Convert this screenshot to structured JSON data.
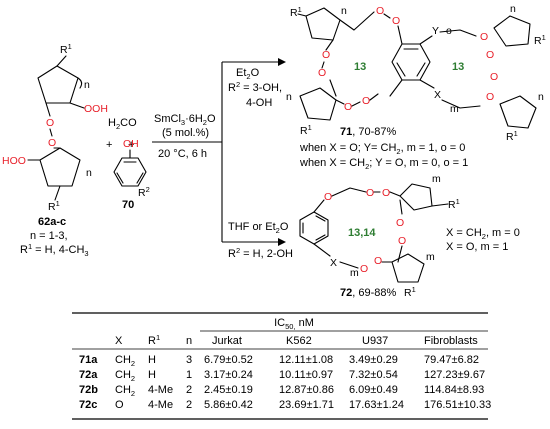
{
  "reactants": {
    "peroxide": {
      "compound_id": "62a-c",
      "substituent_label": "R",
      "substituent_sup": "1",
      "n_label": "n",
      "group_top": "OOH",
      "group_left": "HOO",
      "o1": "O",
      "o2": "O",
      "condition_n": "n = 1-3,",
      "condition_r1": "R",
      "condition_r1_sup": "1",
      "condition_r1_values": " = H, 4-CH",
      "condition_r1_sub": "3"
    },
    "plus1": "+",
    "formaldehyde": {
      "formula_pre": "H",
      "formula_sub": "2",
      "formula_post": "CO"
    },
    "plus2": "+",
    "phenol": {
      "compound_id": "70",
      "oh": "OH",
      "substituent": "R",
      "substituent_sup": "2"
    }
  },
  "conditions": {
    "catalyst_pre": "SmCl",
    "catalyst_sub1": "3",
    "catalyst_mid": "·6H",
    "catalyst_sub2": "2",
    "catalyst_post": "O",
    "loading": "(5 mol.%)",
    "temp_time": "20 °C, 6 h"
  },
  "route_top": {
    "solvent_pre": "Et",
    "solvent_sub": "2",
    "solvent_post": "O",
    "r2_label": "R",
    "r2_sup": "2",
    "r2_value": " = 3-OH,",
    "r2_value2": "4-OH",
    "product_id": "71",
    "yield": ", 70-87%",
    "ring_left": "13",
    "ring_right": "13",
    "x_label": "X",
    "y_label": "Y",
    "m_label": "m",
    "n_label": "n",
    "o_label": "o",
    "r1": "R",
    "r1_sup": "1",
    "atom_o": "O",
    "note1": "when X = O; Y= CH",
    "note1_sub": "2",
    "note1_tail": ", m = 1, o = 0",
    "note2": "when X = CH",
    "note2_sub": "2",
    "note2_tail": "; Y = O, m = 0, o = 1"
  },
  "route_bottom": {
    "solvent": "THF or Et",
    "solvent_sub": "2",
    "solvent_post": "O",
    "r2_label": "R",
    "r2_sup": "2",
    "r2_value": " = H, 2-OH",
    "product_id": "72",
    "yield": ", 69-88%",
    "ring": "13,14",
    "x_label": "X",
    "m_label": "m",
    "r1": "R",
    "r1_sup": "1",
    "atom_o": "O",
    "note1": "X = CH",
    "note1_sub": "2",
    "note1_tail": ", m = 0",
    "note2": "X = O, m = 1"
  },
  "table": {
    "title_pre": "IC",
    "title_sub": "50,",
    "title_post": " nM",
    "headers": [
      "X",
      "R1",
      "n",
      "Jurkat",
      "K562",
      "U937",
      "Fibroblasts"
    ],
    "header_r": "R",
    "header_r_sup": "1",
    "rows": [
      {
        "compound": "71a",
        "x": "CH",
        "x_sub": "2",
        "r1": "H",
        "n": "3",
        "jurkat": "6.79±0.52",
        "k562": "12.11±1.08",
        "u937": "3.49±0.29",
        "fibroblasts": "79.47±6.82"
      },
      {
        "compound": "72a",
        "x": "CH",
        "x_sub": "2",
        "r1": "H",
        "n": "1",
        "jurkat": "3.17±0.24",
        "k562": "10.11±0.97",
        "u937": "7.32±0.54",
        "fibroblasts": "127.23±9.67"
      },
      {
        "compound": "72b",
        "x": "CH",
        "x_sub": "2",
        "r1": "4-Me",
        "n": "2",
        "jurkat": "2.45±0.19",
        "k562": "12.87±0.86",
        "u937": "6.09±0.49",
        "fibroblasts": "114.84±8.93"
      },
      {
        "compound": "72c",
        "x": "O",
        "x_sub": "",
        "r1": "4-Me",
        "n": "2",
        "jurkat": "5.86±0.42",
        "k562": "23.69±1.71",
        "u937": "17.63±1.24",
        "fibroblasts": "176.51±10.33"
      }
    ]
  }
}
